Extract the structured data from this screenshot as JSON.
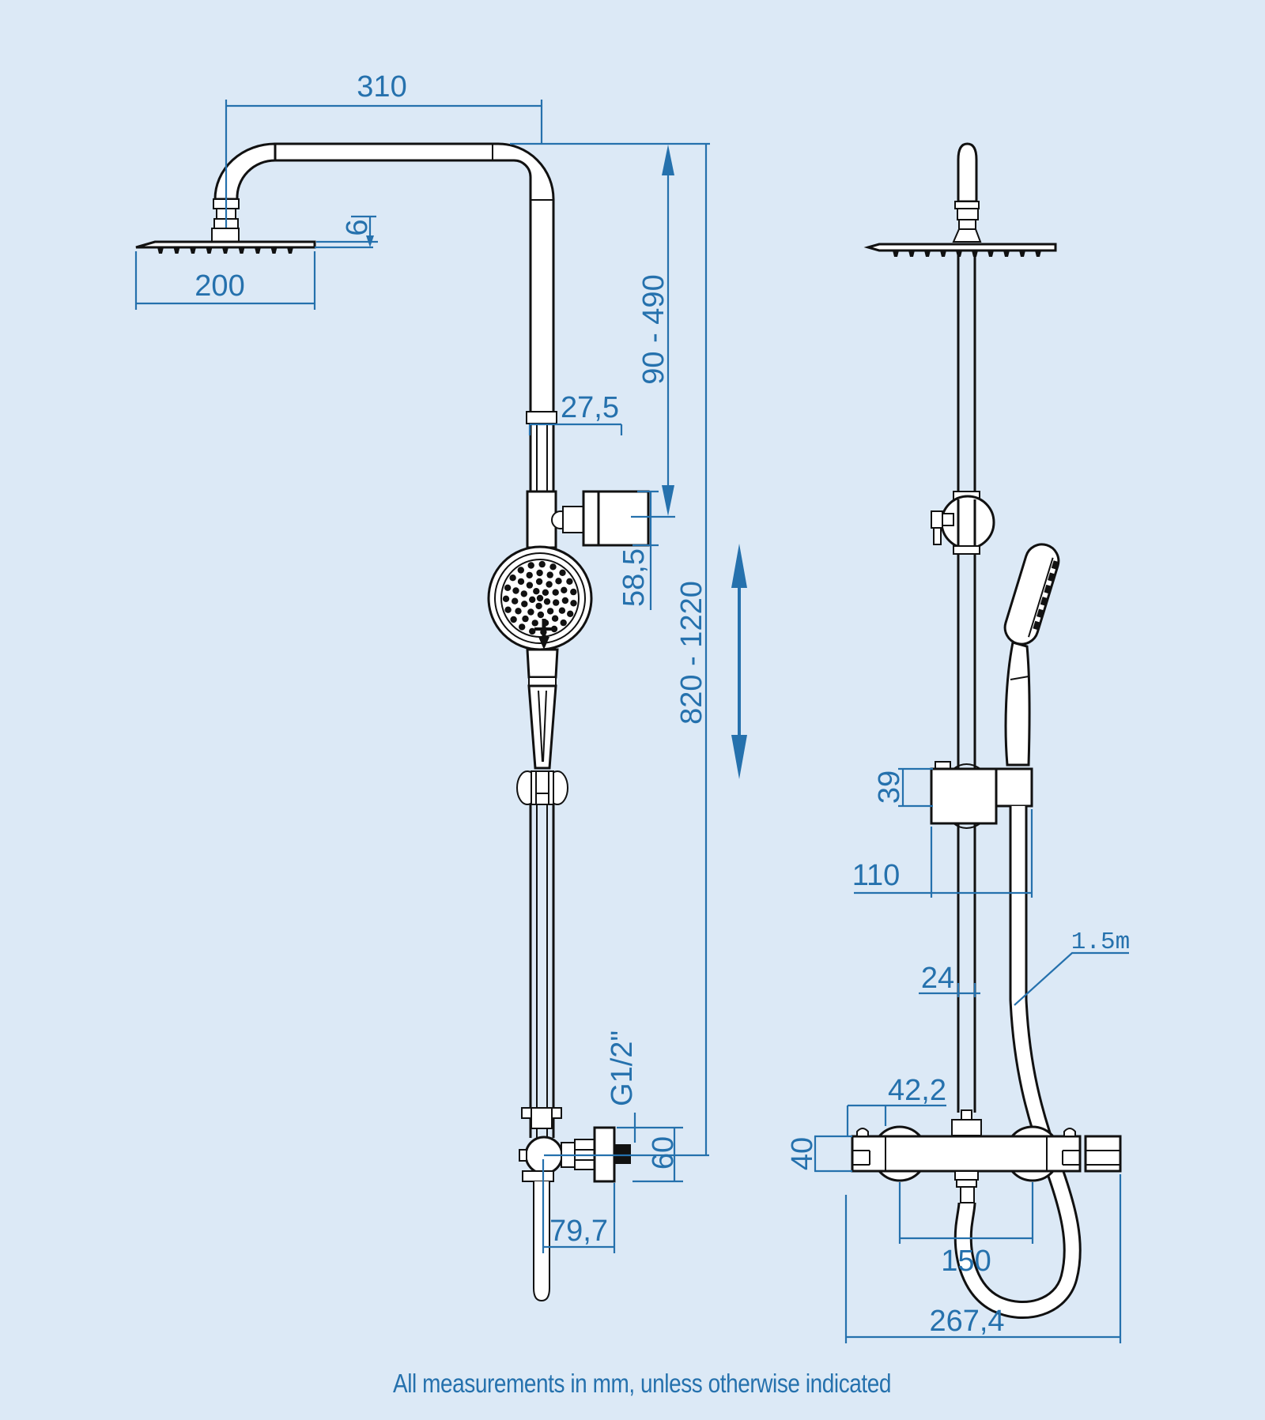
{
  "colors": {
    "background": "#dce9f6",
    "dimension_blue": "#2571ad",
    "ink": "#111111"
  },
  "caption": "All measurements in mm, unless otherwise indicated",
  "front_view": {
    "dims": {
      "arm_length": "310",
      "head_thickness": "6",
      "head_width": "200",
      "pipe_offset": "27,5",
      "drop_range": "90 - 490",
      "diverter_outlet_height": "58,5",
      "riser_range": "820 - 1220",
      "thread_size": "G1/2\"",
      "wall_depth": "60",
      "valve_offset": "79,7"
    }
  },
  "side_view": {
    "dims": {
      "holder_height": "39",
      "holder_width": "110",
      "pipe_diameter": "24",
      "hose_length": "1.5m",
      "mixer_inlet_offset": "42,2",
      "mixer_body_height": "40",
      "inlet_centres": "150",
      "overall_width": "267,4"
    }
  }
}
